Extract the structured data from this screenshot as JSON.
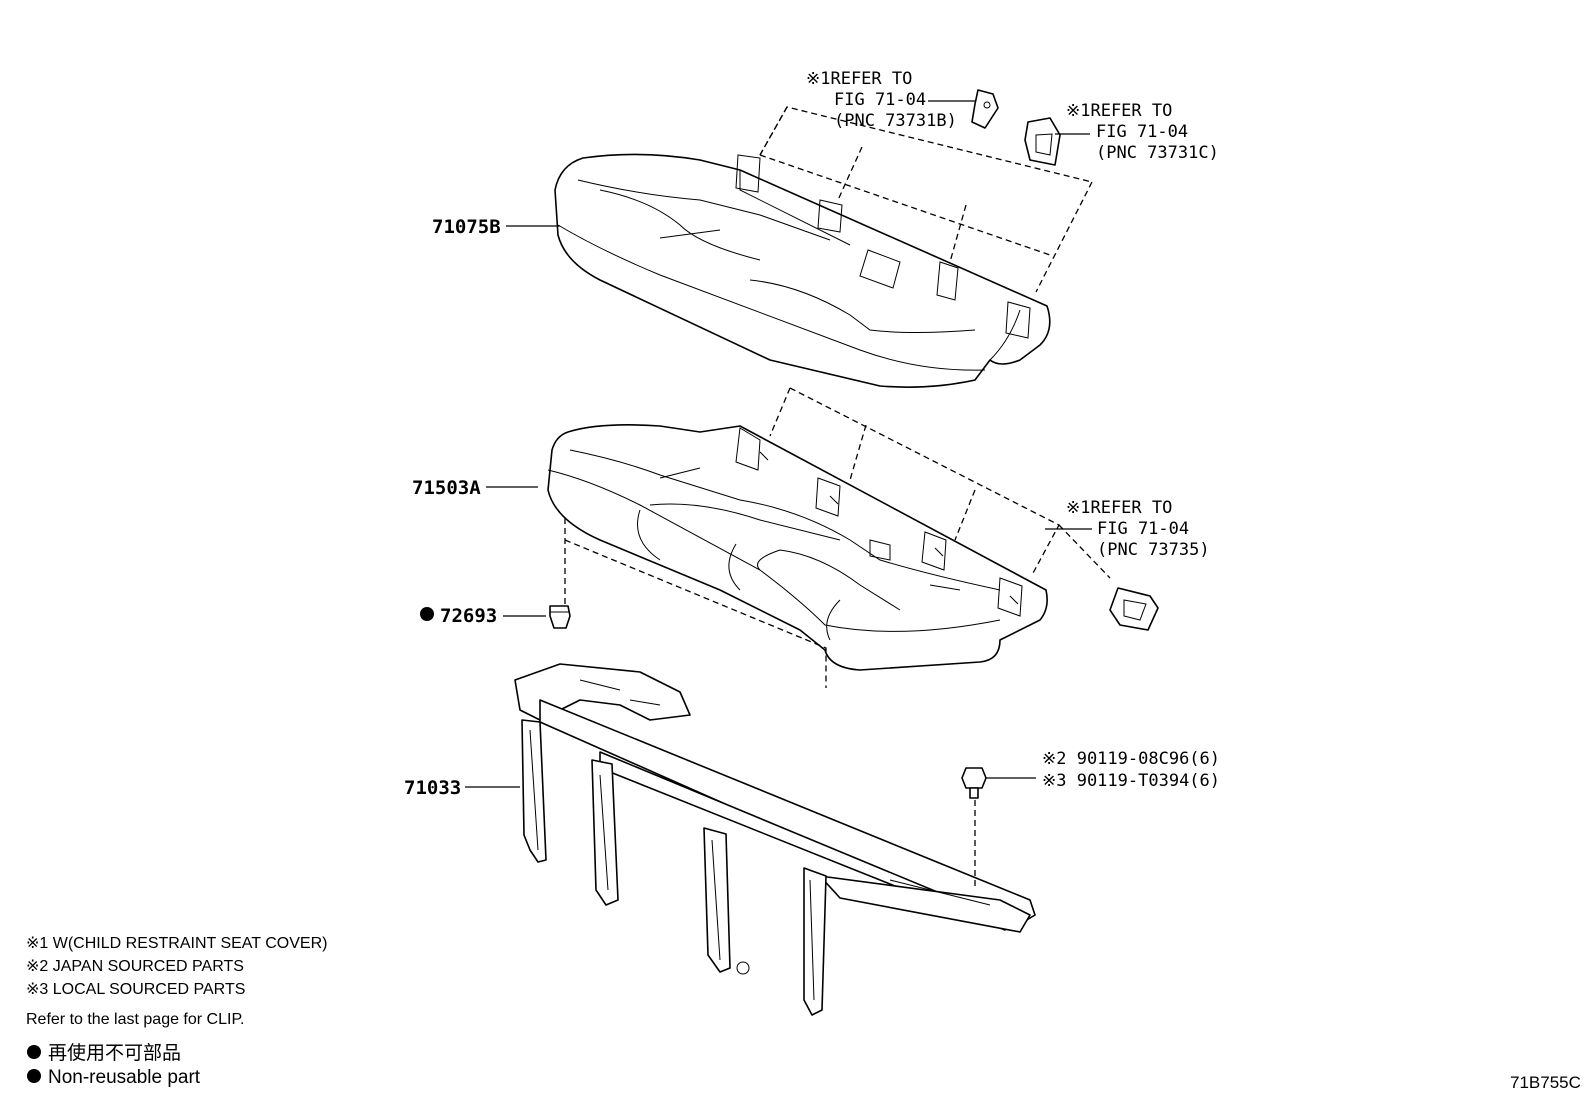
{
  "parts": {
    "seat_cover": "71075B",
    "cushion_pad": "71503A",
    "clip": "72693",
    "frame": "71033"
  },
  "refs": {
    "ref_b": {
      "line1": "※1REFER TO",
      "line2": "FIG 71-04",
      "line3": "(PNC 73731B)"
    },
    "ref_c": {
      "line1": "※1REFER TO",
      "line2": "FIG 71-04",
      "line3": "(PNC 73731C)"
    },
    "ref_35": {
      "line1": "※1REFER TO",
      "line2": "FIG 71-04",
      "line3": "(PNC 73735)"
    }
  },
  "bolts": {
    "japan": "※2 90119-08C96(6)",
    "local": "※3 90119-T0394(6)"
  },
  "notes": [
    "※1 W(CHILD RESTRAINT SEAT COVER)",
    "※2 JAPAN SOURCED PARTS",
    "※3 LOCAL SOURCED PARTS"
  ],
  "clip_note": "Refer to the last page for CLIP.",
  "legend": {
    "jp": "再使用不可部品",
    "en": "Non-reusable part"
  },
  "figure_id": "71B755C"
}
